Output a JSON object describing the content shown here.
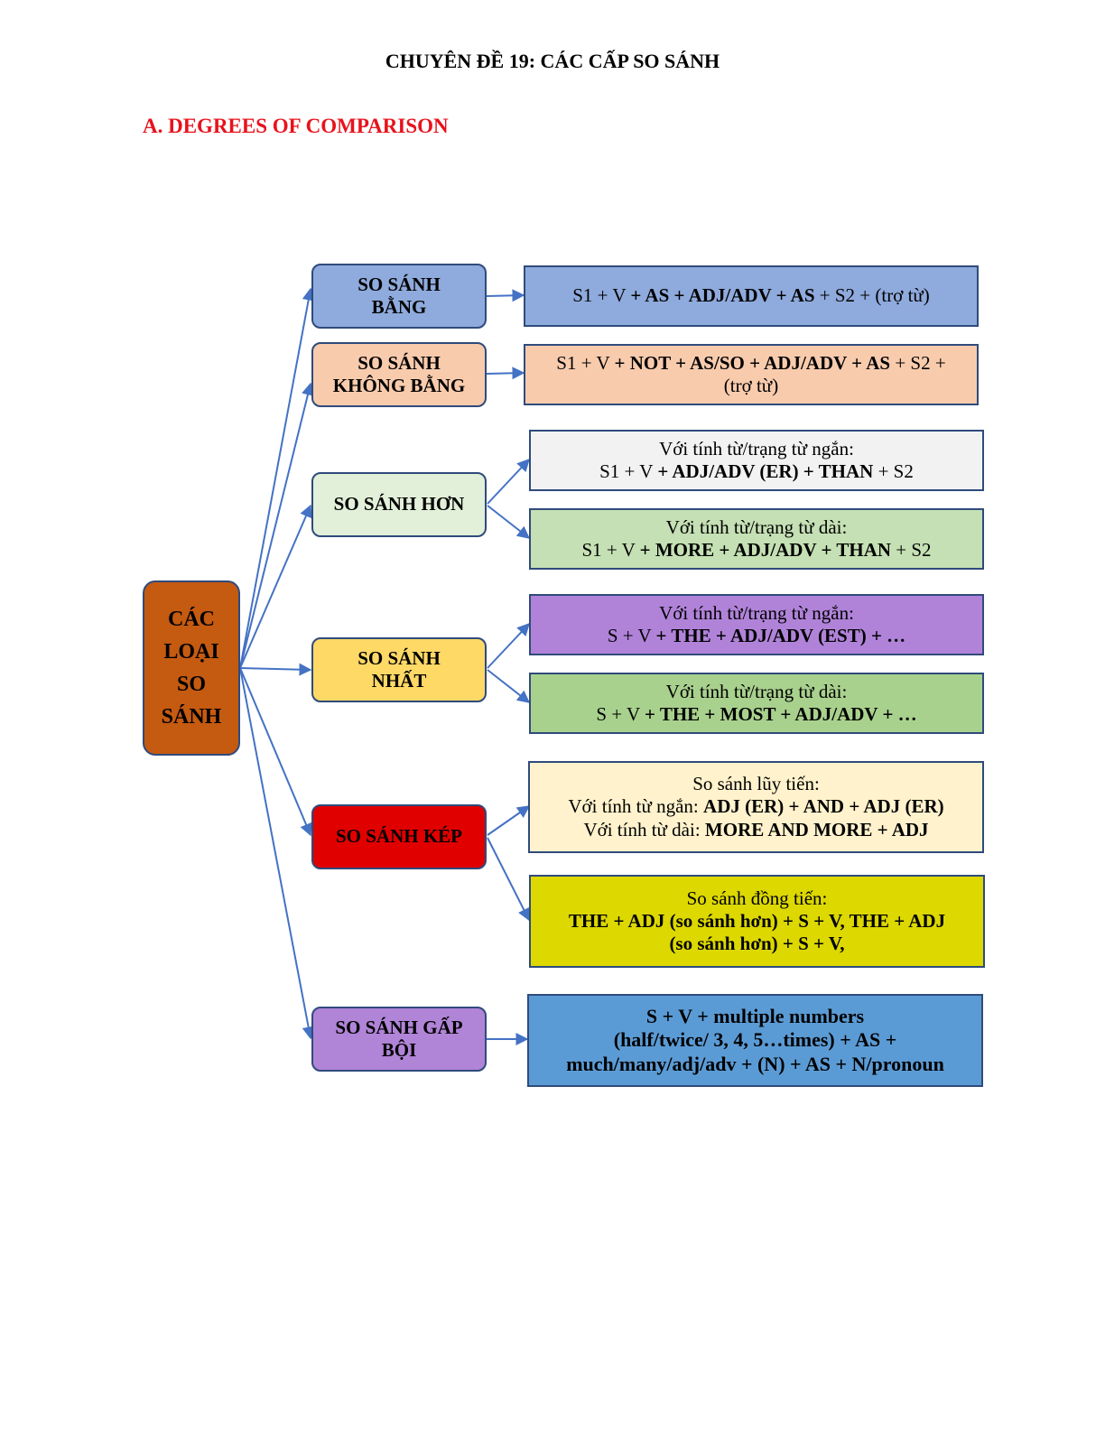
{
  "document": {
    "title": "CHUYÊN ĐỀ 19: CÁC CẤP SO SÁNH",
    "section_title": "A. DEGREES OF COMPARISON",
    "section_color": "#e8121c"
  },
  "root": {
    "lines": [
      "CÁC",
      "LOẠI",
      "SO",
      "SÁNH"
    ],
    "color": "#c55a11"
  },
  "categories": [
    {
      "id": "equal",
      "label": "SO SÁNH BẰNG",
      "color": "#8faadc"
    },
    {
      "id": "not-equal",
      "label": "SO SÁNH KHÔNG BẰNG",
      "color": "#f8cbad"
    },
    {
      "id": "comparative",
      "label": "SO SÁNH HƠN",
      "color": "#e2f0d9"
    },
    {
      "id": "superlative",
      "label": "SO SÁNH NHẤT",
      "color": "#ffd966"
    },
    {
      "id": "double",
      "label": "SO SÁNH KÉP",
      "color": "#e00000"
    },
    {
      "id": "multiple",
      "label": "SO SÁNH GẤP BỘI",
      "color": "#b084d6"
    }
  ],
  "results": [
    {
      "category": "equal",
      "color": "#8faadc",
      "lines": [
        [
          [
            "S1 + V ",
            false
          ],
          [
            "+ AS + ADJ/ADV + AS",
            true
          ],
          [
            " + S2 + (trợ từ)",
            false
          ]
        ]
      ]
    },
    {
      "category": "not-equal",
      "color": "#f8cbad",
      "lines": [
        [
          [
            "S1 + V ",
            false
          ],
          [
            "+ NOT + AS/SO + ADJ/ADV + AS",
            true
          ],
          [
            " + S2 +",
            false
          ]
        ],
        [
          [
            "(trợ từ)",
            false
          ]
        ]
      ]
    },
    {
      "category": "comparative",
      "color": "#f2f2f2",
      "lines": [
        [
          [
            "Với tính từ/trạng từ ngắn:",
            false
          ]
        ],
        [
          [
            "S1 + V ",
            false
          ],
          [
            "+ ADJ/ADV (ER) + THAN",
            true
          ],
          [
            " + S2",
            false
          ]
        ]
      ]
    },
    {
      "category": "comparative",
      "color": "#c5e0b4",
      "lines": [
        [
          [
            "Với tính từ/trạng từ dài:",
            false
          ]
        ],
        [
          [
            "S1 + V ",
            false
          ],
          [
            "+ MORE + ADJ/ADV + THAN",
            true
          ],
          [
            " + S2",
            false
          ]
        ]
      ]
    },
    {
      "category": "superlative",
      "color": "#b083d9",
      "lines": [
        [
          [
            "Với tính từ/trạng từ ngắn:",
            false
          ]
        ],
        [
          [
            "S + V ",
            false
          ],
          [
            "+ THE + ADJ/ADV (EST) + …",
            true
          ]
        ]
      ]
    },
    {
      "category": "superlative",
      "color": "#a9d18e",
      "lines": [
        [
          [
            "Với tính từ/trạng từ dài:",
            false
          ]
        ],
        [
          [
            "S + V ",
            false
          ],
          [
            "+ THE + MOST + ADJ/ADV + …",
            true
          ]
        ]
      ]
    },
    {
      "category": "double",
      "color": "#fff2cc",
      "lines": [
        [
          [
            "So sánh lũy tiến:",
            false
          ]
        ],
        [
          [
            "Với tính từ ngắn: ",
            false
          ],
          [
            "ADJ (ER) + AND + ADJ (ER)",
            true
          ]
        ],
        [
          [
            "Với tính từ dài: ",
            false
          ],
          [
            "MORE AND MORE + ADJ",
            true
          ]
        ]
      ]
    },
    {
      "category": "double",
      "color": "#dcd800",
      "lines": [
        [
          [
            "So sánh đồng tiến:",
            false
          ]
        ],
        [
          [
            "THE + ADJ (so sánh hơn) + S + V, THE + ADJ",
            true
          ]
        ],
        [
          [
            "(so sánh hơn) + S + V,",
            true
          ]
        ]
      ]
    },
    {
      "category": "multiple",
      "color": "#5b9bd5",
      "lines": [
        [
          [
            "S + V + multiple numbers",
            true
          ]
        ],
        [
          [
            "(half/twice/ 3, 4, 5…times) + AS +",
            true
          ]
        ],
        [
          [
            "much/many/adj/adv + (N) + AS + N/pronoun",
            true
          ]
        ]
      ]
    }
  ]
}
